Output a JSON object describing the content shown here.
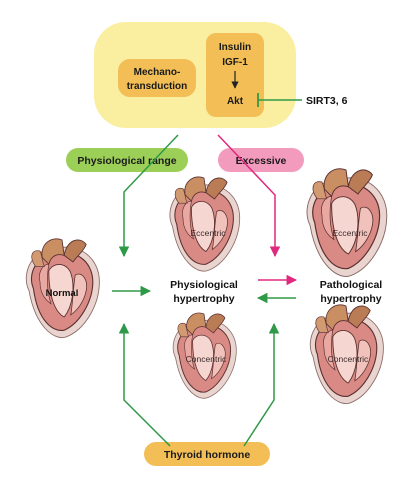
{
  "signaling": {
    "mechanotransduction_line1": "Mechano-",
    "mechanotransduction_line2": "transduction",
    "insulin": "Insulin",
    "igf1": "IGF-1",
    "akt": "Akt",
    "sirt": "SIRT3, 6"
  },
  "pills": {
    "physiological_range": "Physiological range",
    "excessive": "Excessive",
    "thyroid_hormone": "Thyroid hormone"
  },
  "states": {
    "physiological_line1": "Physiological",
    "physiological_line2": "hypertrophy",
    "pathological_line1": "Pathological",
    "pathological_line2": "hypertrophy"
  },
  "hearts": {
    "normal": "Normal",
    "eccentric": "Eccentric",
    "concentric": "Concentric"
  },
  "colors": {
    "signaling_bg": "#faeea0",
    "inner_box": "#f2be55",
    "green": "#2e9a47",
    "magenta": "#e0287e",
    "pill_green": "#9ccf57",
    "pill_pink": "#f29bbd",
    "pill_orange": "#f2be55",
    "heart_muscle": "#d98a84",
    "heart_chamber": "#f6d6d0",
    "heart_vessel": "#c98f63",
    "heart_outline": "#5a3030"
  }
}
